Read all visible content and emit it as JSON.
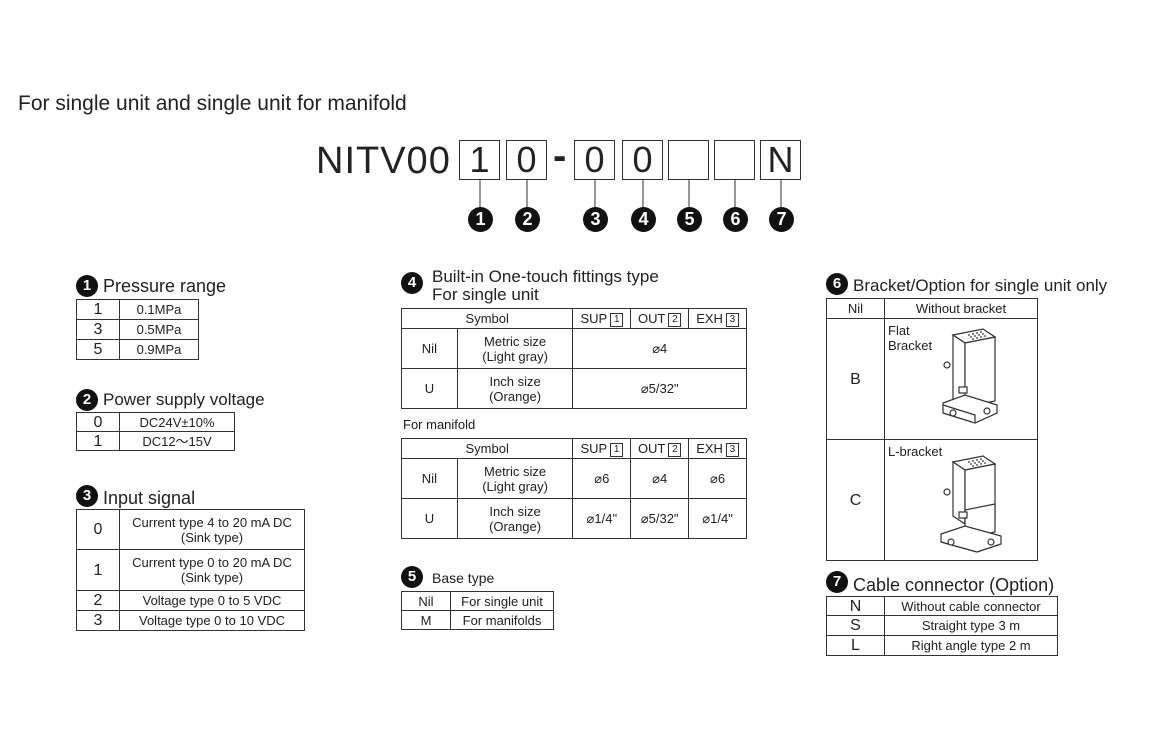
{
  "heading": "For single unit and single unit for manifold",
  "model": {
    "prefix": "NITV00",
    "boxes": [
      "1",
      "0",
      "0",
      "0",
      "",
      "",
      "N"
    ],
    "markers": [
      "1",
      "2",
      "3",
      "4",
      "5",
      "6",
      "7"
    ]
  },
  "pressure": {
    "num": "1",
    "title": "Pressure range",
    "rows": [
      {
        "code": "1",
        "desc": "0.1MPa"
      },
      {
        "code": "3",
        "desc": "0.5MPa"
      },
      {
        "code": "5",
        "desc": "0.9MPa"
      }
    ]
  },
  "power": {
    "num": "2",
    "title": "Power supply voltage",
    "rows": [
      {
        "code": "0",
        "desc": "DC24V±10%"
      },
      {
        "code": "1",
        "desc": "DC12～15V"
      }
    ]
  },
  "input": {
    "num": "3",
    "title": "Input signal",
    "rows": [
      {
        "code": "0",
        "line1": "Current type 4 to 20 mA DC",
        "line2": "(Sink type)"
      },
      {
        "code": "1",
        "line1": "Current type 0 to 20 mA DC",
        "line2": "(Sink type)"
      },
      {
        "code": "2",
        "line1": "Voltage type 0 to 5 VDC"
      },
      {
        "code": "3",
        "line1": "Voltage type 0 to 10 VDC"
      }
    ]
  },
  "fittings": {
    "num": "4",
    "title_line1": "Built-in One-touch fittings type",
    "title_line2": "For single unit",
    "headers": {
      "symbol": "Symbol",
      "sup": "SUP",
      "out": "OUT",
      "exh": "EXH",
      "n1": "1",
      "n2": "2",
      "n3": "3"
    },
    "single": [
      {
        "code": "Nil",
        "line1": "Metric size",
        "line2": "(Light gray)",
        "value": "⌀4"
      },
      {
        "code": "U",
        "line1": "Inch size",
        "line2": "(Orange)",
        "value": "⌀5/32\""
      }
    ],
    "manifold_label": "For manifold",
    "manifold": [
      {
        "code": "Nil",
        "line1": "Metric size",
        "line2": "(Light gray)",
        "sup": "⌀6",
        "out": "⌀4",
        "exh": "⌀6"
      },
      {
        "code": "U",
        "line1": "Inch size",
        "line2": "(Orange)",
        "sup": "⌀1/4\"",
        "out": "⌀5/32\"",
        "exh": "⌀1/4\""
      }
    ]
  },
  "base": {
    "num": "5",
    "title": "Base type",
    "rows": [
      {
        "code": "Nil",
        "desc": "For single unit"
      },
      {
        "code": "M",
        "desc": "For manifolds"
      }
    ]
  },
  "bracket": {
    "num": "6",
    "title": "Bracket/Option for single unit only",
    "nil": {
      "code": "Nil",
      "desc": "Without bracket"
    },
    "b": {
      "code": "B",
      "label_line1": "Flat",
      "label_line2": "Bracket"
    },
    "c": {
      "code": "C",
      "label": "L-bracket"
    }
  },
  "cable": {
    "num": "7",
    "title": "Cable connector (Option)",
    "rows": [
      {
        "code": "N",
        "desc": "Without cable connector"
      },
      {
        "code": "S",
        "desc": "Straight type 3 m"
      },
      {
        "code": "L",
        "desc": "Right angle type 2 m"
      }
    ]
  },
  "colors": {
    "ink": "#222222",
    "marker": "#111111",
    "background": "#ffffff"
  }
}
